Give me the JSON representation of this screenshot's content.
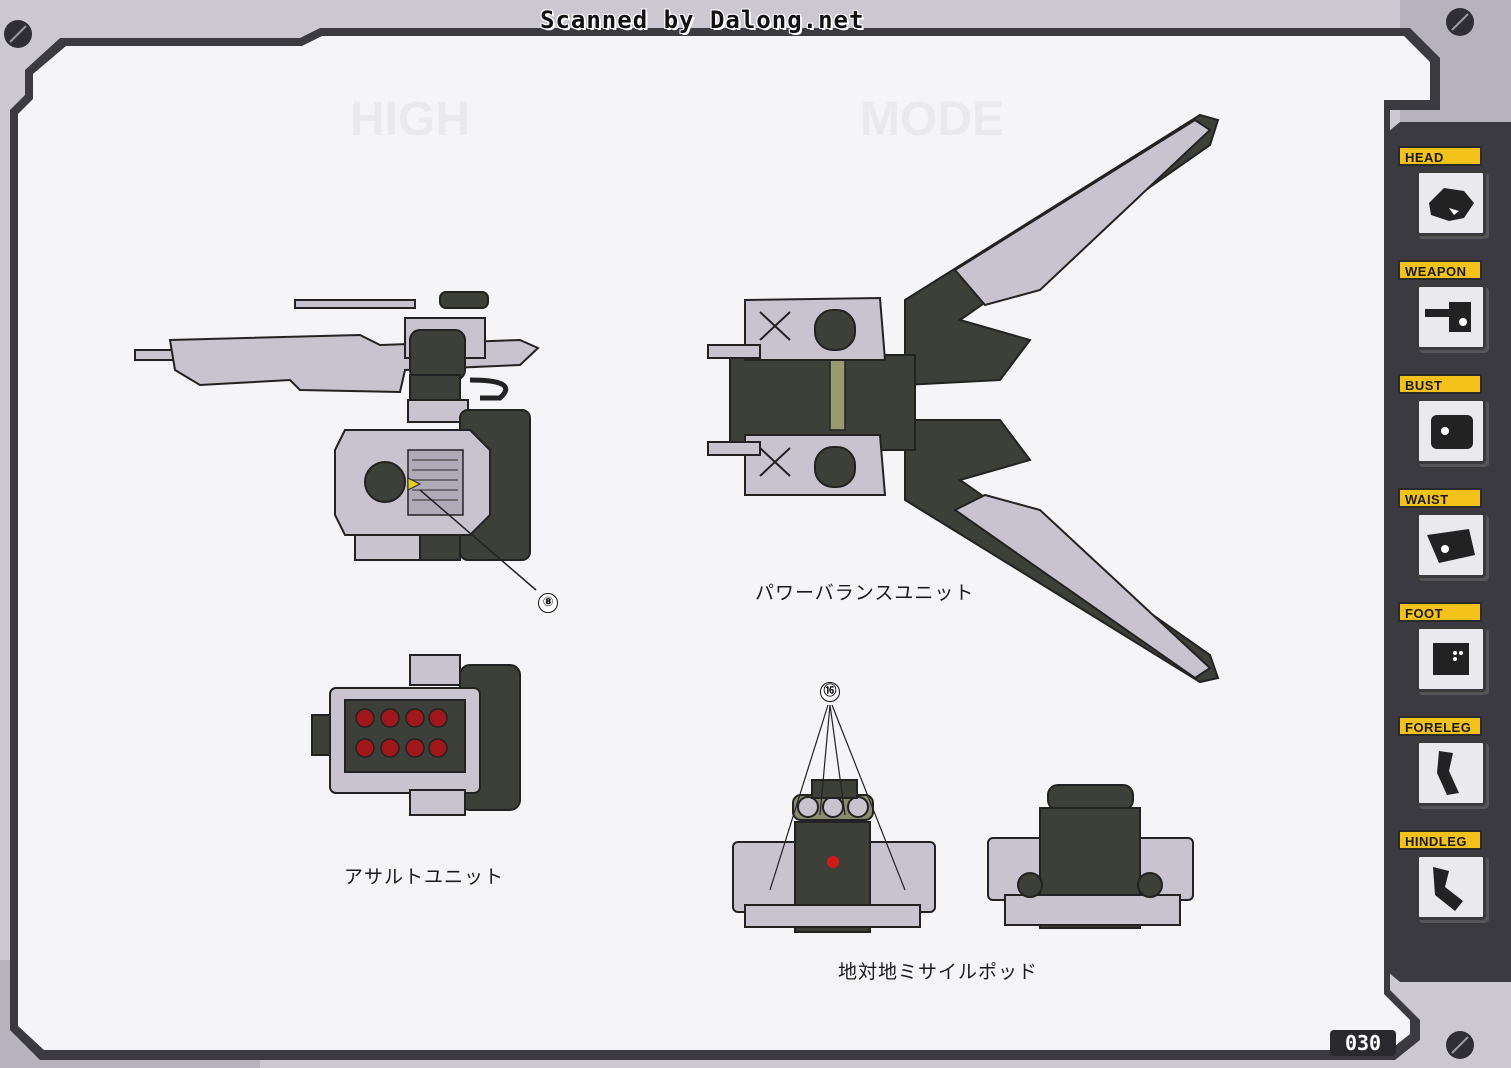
{
  "watermark": "Scanned by Dalong.net",
  "captions": {
    "power_balance_unit": "パワーバランスユニット",
    "assault_unit": "アサルトユニット",
    "missile_pod": "地対地ミサイルポッド"
  },
  "callouts": {
    "part_8": "⑧",
    "part_16": "⑯"
  },
  "sidebar": {
    "items": [
      {
        "label": "HEAD",
        "icon": "head-icon"
      },
      {
        "label": "WEAPON",
        "icon": "weapon-icon"
      },
      {
        "label": "BUST",
        "icon": "bust-icon"
      },
      {
        "label": "WAIST",
        "icon": "waist-icon"
      },
      {
        "label": "FOOT",
        "icon": "foot-icon"
      },
      {
        "label": "FORELEG",
        "icon": "foreleg-icon"
      },
      {
        "label": "HINDLEG",
        "icon": "hindleg-icon"
      }
    ]
  },
  "page_number": "030",
  "colors": {
    "accent_yellow": "#f2c21a",
    "panel_bg": "#f4f4f6",
    "frame_dark": "#3a3a40",
    "armor_light": "#c8c3cf",
    "armor_dark": "#3c4038",
    "missile_red": "#a0181c"
  }
}
